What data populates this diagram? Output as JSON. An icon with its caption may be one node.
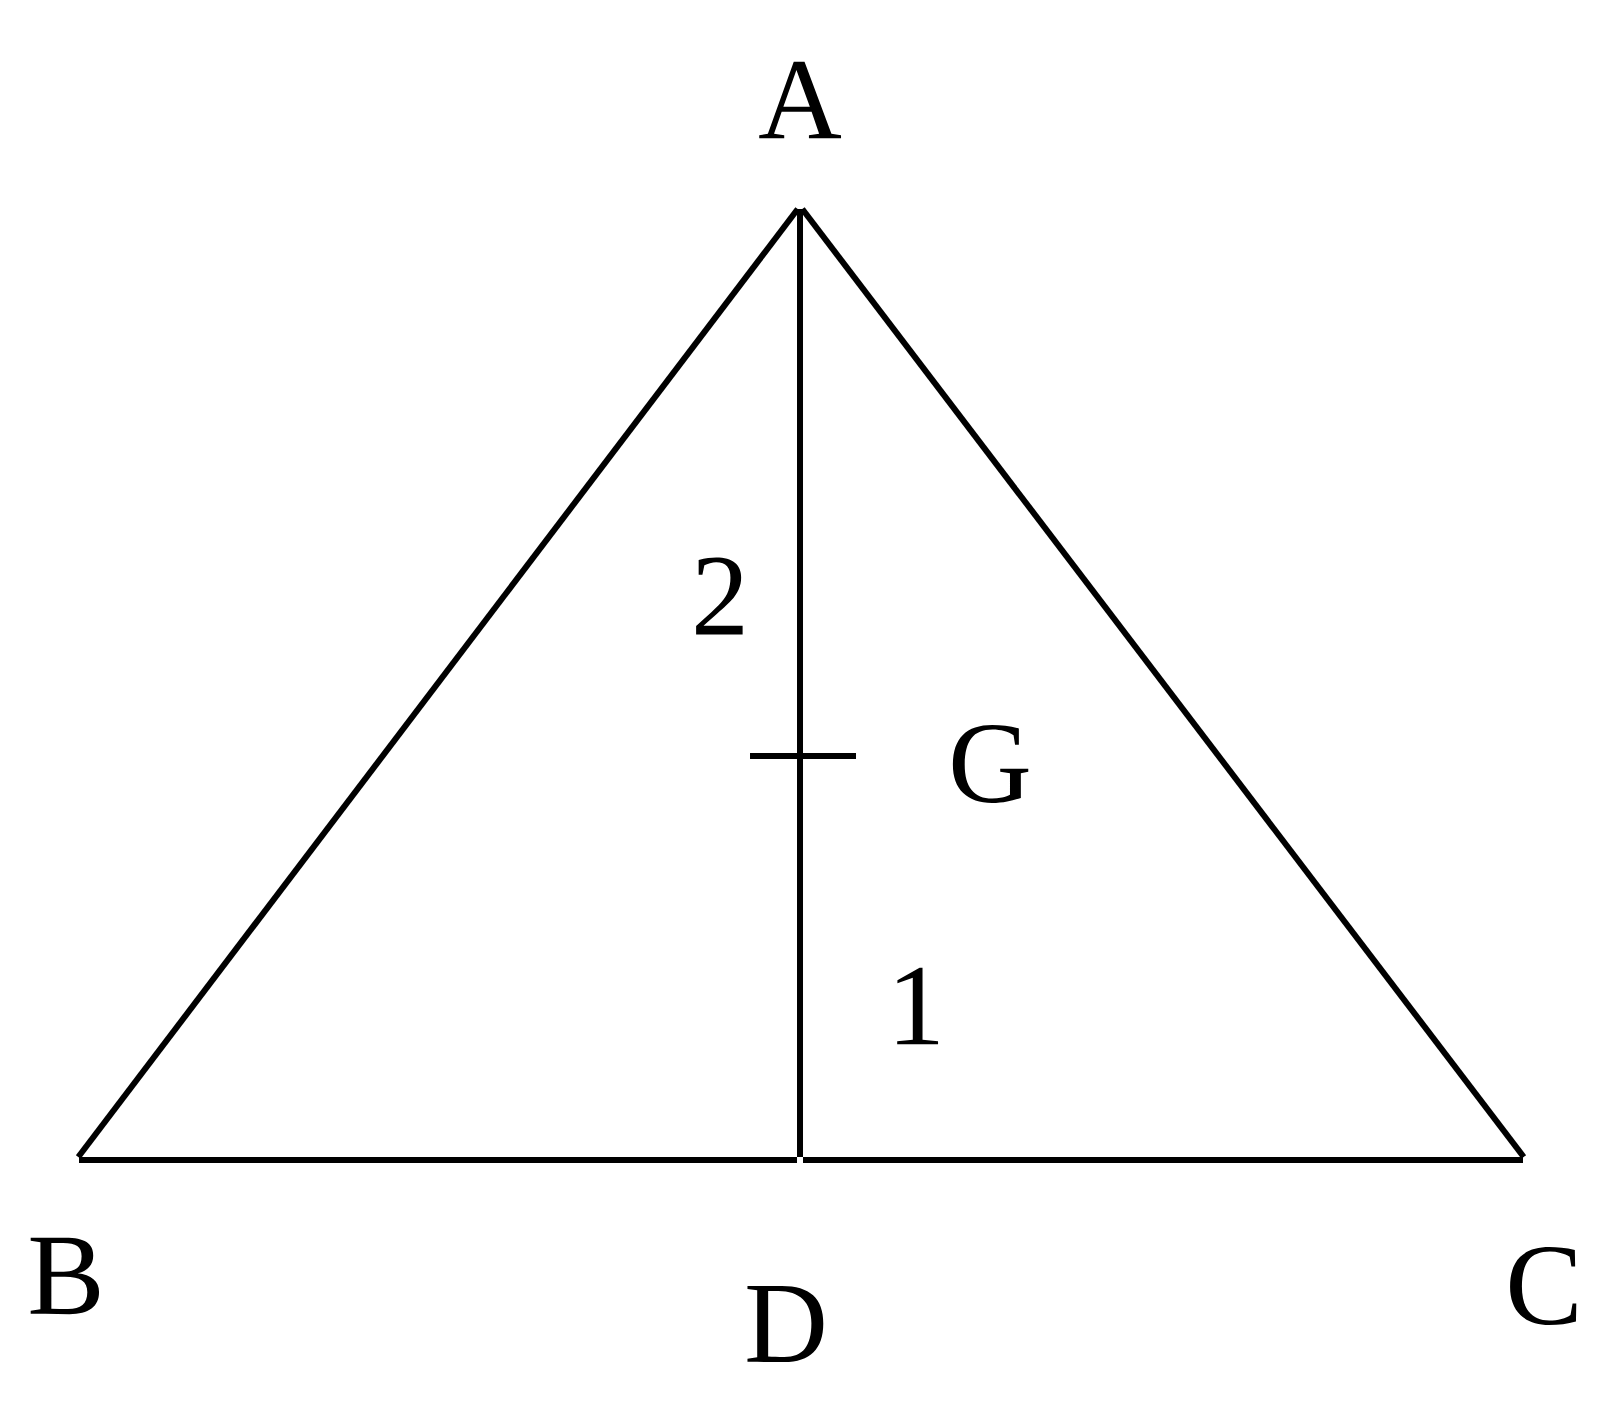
{
  "diagram": {
    "nodes": [
      {
        "text": [
          "A"
        ]
      },
      {
        "text": [
          "B"
        ]
      },
      {
        "text": [
          "C"
        ]
      },
      {
        "text": [
          "D"
        ]
      },
      {
        "text": [
          "G"
        ]
      }
    ],
    "edges": [
      {
        "from": 0,
        "to": 1,
        "arrow": "none"
      },
      {
        "from": 0,
        "to": 2,
        "arrow": "none"
      },
      {
        "from": 1,
        "to": 3,
        "arrow": "none"
      },
      {
        "from": 3,
        "to": 2,
        "arrow": "none"
      },
      {
        "from": 0,
        "to": 4,
        "arrow": "none"
      },
      {
        "from": 4,
        "to": 3,
        "arrow": "none"
      }
    ],
    "labels": [
      "2",
      "1"
    ]
  }
}
